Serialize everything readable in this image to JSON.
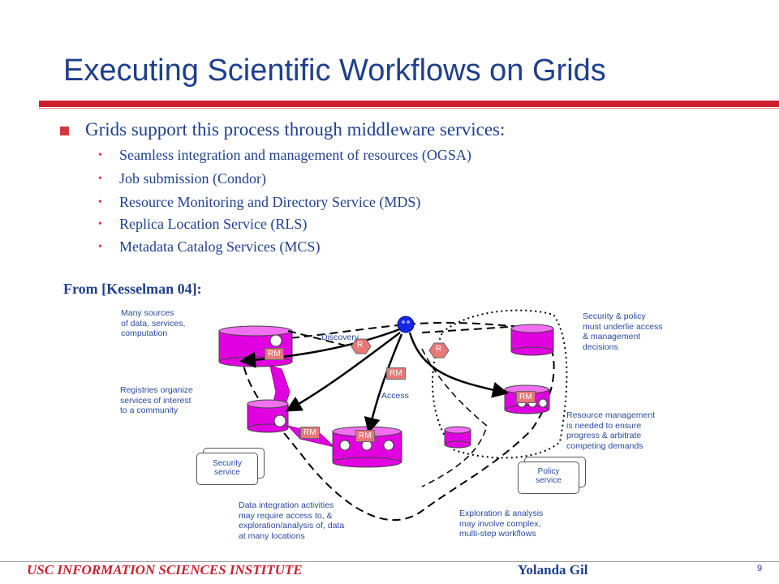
{
  "slide": {
    "title": "Executing Scientific Workflows on Grids",
    "main_bullet": "Grids support this process through middleware services:",
    "sub_bullets": [
      "Seamless integration and management of resources (OGSA)",
      "Job submission (Condor)",
      "Resource Monitoring and Directory Service (MDS)",
      "Replica Location Service (RLS)",
      "Metadata Catalog Services (MCS)"
    ],
    "from_label": "From  [Kesselman 04]:"
  },
  "diagram": {
    "notes": {
      "many_sources": "Many sources\nof data, services,\ncomputation",
      "registries": "Registries organize\nservices of interest\nto a community",
      "security_policy": "Security & policy\nmust underlie access\n& management\ndecisions",
      "resource_mgmt": "Resource management\nis needed to ensure\nprogress & arbitrate\ncompeting demands",
      "data_integration": "Data integration activities\nmay require access to, &\nexploration/analysis of, data\nat many locations",
      "exploration": "Exploration & analysis\nmay involve complex,\nmulti-step workflows"
    },
    "labels": {
      "discovery": "Discovery",
      "access": "Access",
      "rm": "RM",
      "r": "R"
    },
    "services": {
      "security": "Security\nservice",
      "policy": "Policy\nservice"
    },
    "colors": {
      "resource": "#e000e0",
      "rm_tag": "#e87878",
      "user": "#1428e6",
      "text": "#1f3f8c",
      "rule": "#cc1f2e"
    }
  },
  "footer": {
    "institute": "USC INFORMATION SCIENCES INSTITUTE",
    "author": "Yolanda Gil",
    "page": "9"
  }
}
